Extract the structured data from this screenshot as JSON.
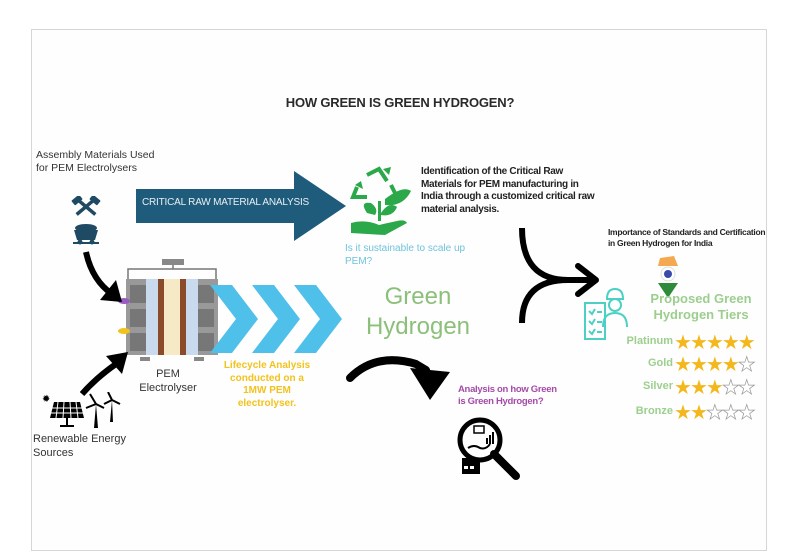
{
  "title": "HOW GREEN IS GREEN HYDROGEN?",
  "assembly": {
    "label": "Assembly Materials Used for PEM Electrolysers",
    "icons": [
      "hammer-pick-icon",
      "mine-cart-icon"
    ]
  },
  "critical_arrow": {
    "label": "CRITICAL RAW MATERIAL ANALYSIS",
    "color": "#1f5b7a"
  },
  "identification": {
    "text": "Identification of the Critical Raw Materials for PEM manufacturing in India through a customized critical raw material analysis.",
    "icon": "recycle-plant-hand-icon",
    "icon_color": "#2aa84a"
  },
  "sustainability_question": "Is it sustainable to scale up PEM?",
  "importance": "Importance of Standards and Certification in Green Hydrogen for India",
  "pem": {
    "label_line1": "PEM",
    "label_line2": "Electrolyser"
  },
  "renewable": {
    "label_line1": "Renewable Energy",
    "label_line2": "Sources",
    "icons": [
      "solar-panel-icon",
      "wind-turbine-icon"
    ]
  },
  "chevrons_color": "#4ec0ea",
  "lifecycle": {
    "line1": "Lifecycle Analysis",
    "line2": "conducted on a",
    "line3": "1MW PEM",
    "line4": "electrolyser."
  },
  "green_hydrogen": {
    "line1": "Green",
    "line2": "Hydrogen"
  },
  "analysis": {
    "line1": "Analysis on how Green",
    "line2": "is Green Hydrogen?",
    "icon": "magnifier-analysis-icon"
  },
  "tiers": {
    "title_line1": "Proposed Green",
    "title_line2": "Hydrogen Tiers",
    "max_stars": 5,
    "items": [
      {
        "name": "Platinum",
        "stars": 5
      },
      {
        "name": "Gold",
        "stars": 4
      },
      {
        "name": "Silver",
        "stars": 3
      },
      {
        "name": "Bronze",
        "stars": 2
      }
    ]
  }
}
